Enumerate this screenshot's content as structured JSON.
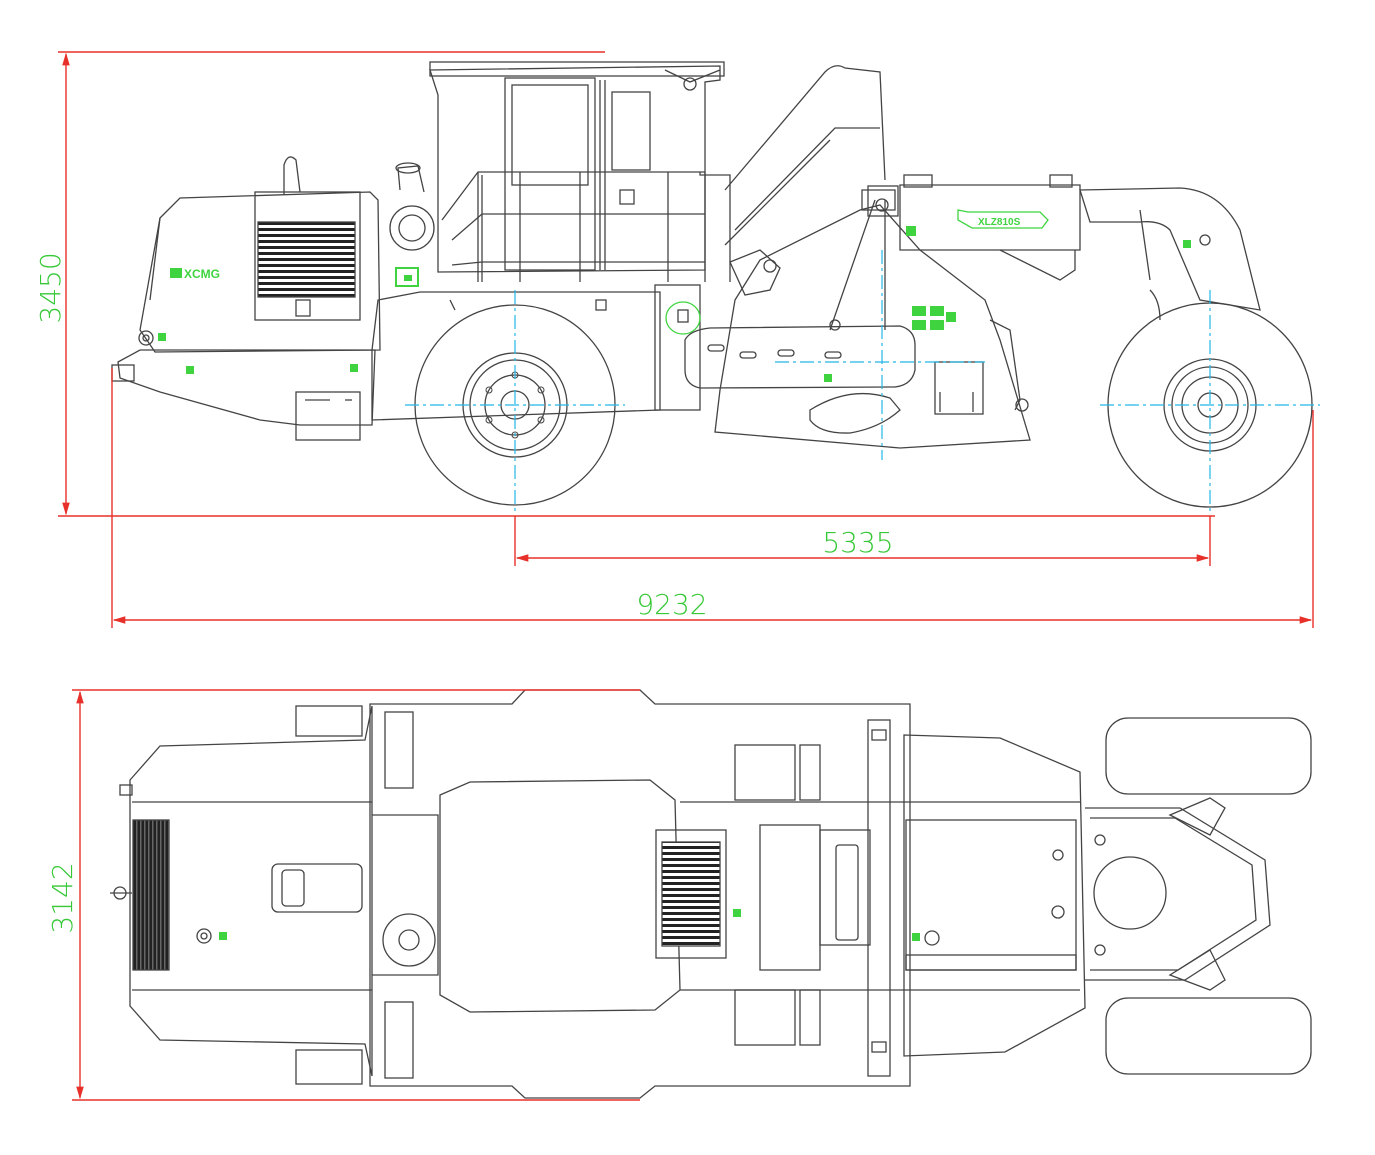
{
  "colors": {
    "line": "#444444",
    "dimension": "#e8302a",
    "dimension_text": "#37c837",
    "accent": "#3fd43f",
    "centerline": "#22b8e6",
    "background": "#ffffff"
  },
  "dimensions": {
    "height": "3450",
    "wheelbase": "5335",
    "overall_length": "9232",
    "width": "3142"
  },
  "labels": {
    "brand_logo": "XCMG",
    "model_badge": "XLZ810S"
  },
  "icons": {
    "dimension_arrow": "arrowhead",
    "wheel": "wheel-hub",
    "grille": "radiator-grille"
  }
}
